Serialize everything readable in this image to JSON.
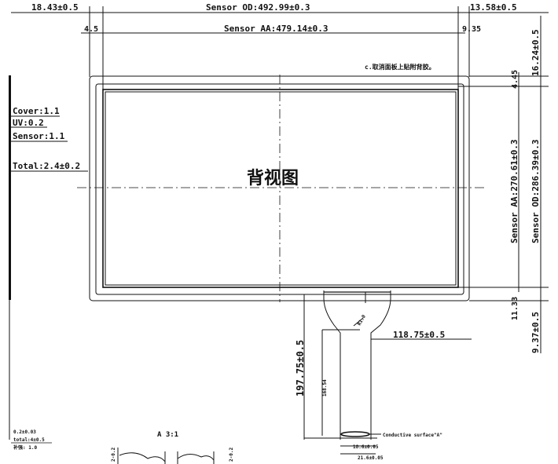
{
  "dims": {
    "left_margin": "18.43±0.5",
    "sensor_od_width": "Sensor OD:492.99±0.3",
    "right_margin": "13.58±0.5",
    "left_aa_offset": "4.5",
    "sensor_aa_width": "Sensor AA:479.14±0.3",
    "right_aa_offset": "9.35",
    "top_margin": "16.24±0.5",
    "top_aa_offset": "4.45",
    "sensor_aa_height": "Sensor AA:270.61±0.3",
    "sensor_od_height": "Sensor OD:286.39±0.3",
    "bottom_aa_offset": "11.33",
    "bottom_margin": "9.37±0.5",
    "fpc_width": "118.75±0.5",
    "fpc_length": "197.75±0.5",
    "fpc_inner_length": "168.54",
    "fpc_bend": "R1.0",
    "fpc_tail_inner": "18.6±0.05",
    "fpc_tail_outer": "21.6±0.05"
  },
  "notes": {
    "back_tape": "c.取消面板上贴附背胶。",
    "conductive": "Conductive surface\"A\"",
    "view_label": "背视图",
    "detail_label": "A 3:1",
    "detail_dim_left": "2-0.2",
    "detail_dim_right": "2-0.2"
  },
  "stack": {
    "cover": "Cover:1.1",
    "uv": "UV:0.2",
    "sensor": "Sensor:1.1",
    "total": "Total:2.4±0.2",
    "note1": "0.2±0.03",
    "note2": "total:4±0.5",
    "note3": "补强: 1.0"
  }
}
